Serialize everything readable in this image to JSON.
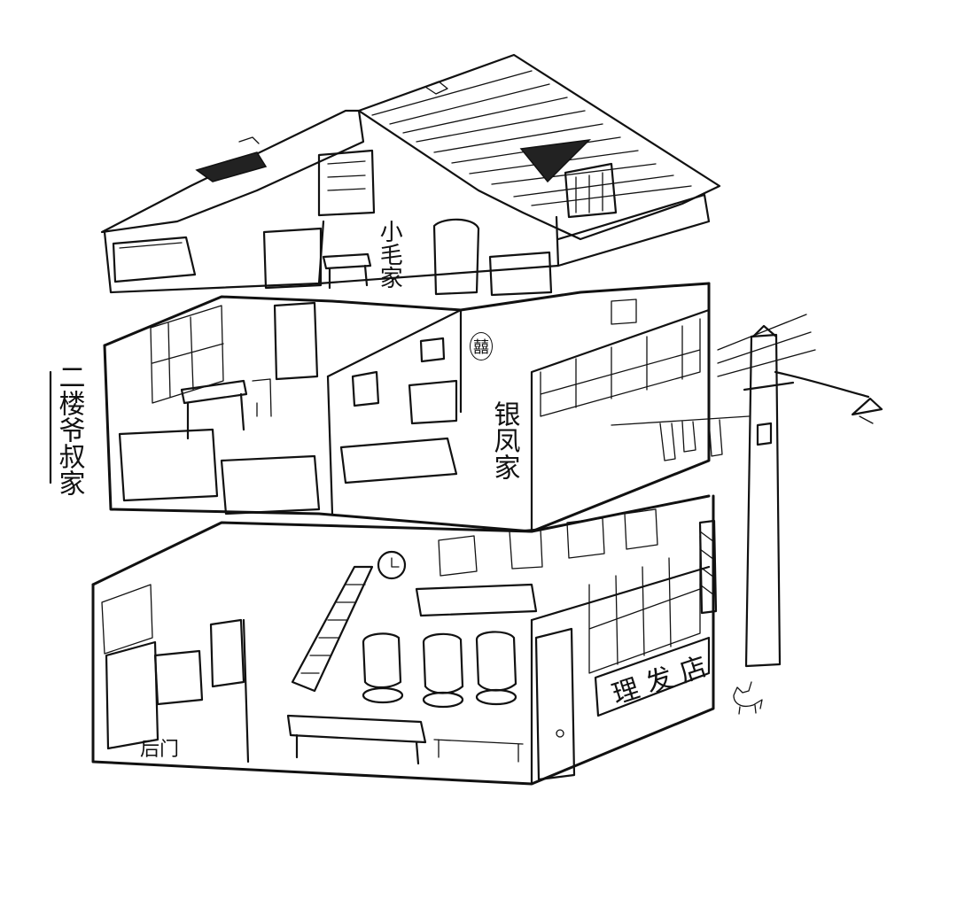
{
  "labels": {
    "second_floor_uncle": "二楼爷叔家",
    "xiaomao_home": "小毛家",
    "yinfeng_home": "银凤家",
    "barber_shop": "理发店",
    "back_door": "后门",
    "mirror_character": "囍"
  },
  "colors": {
    "ink": "#111111",
    "paper": "#ffffff"
  }
}
